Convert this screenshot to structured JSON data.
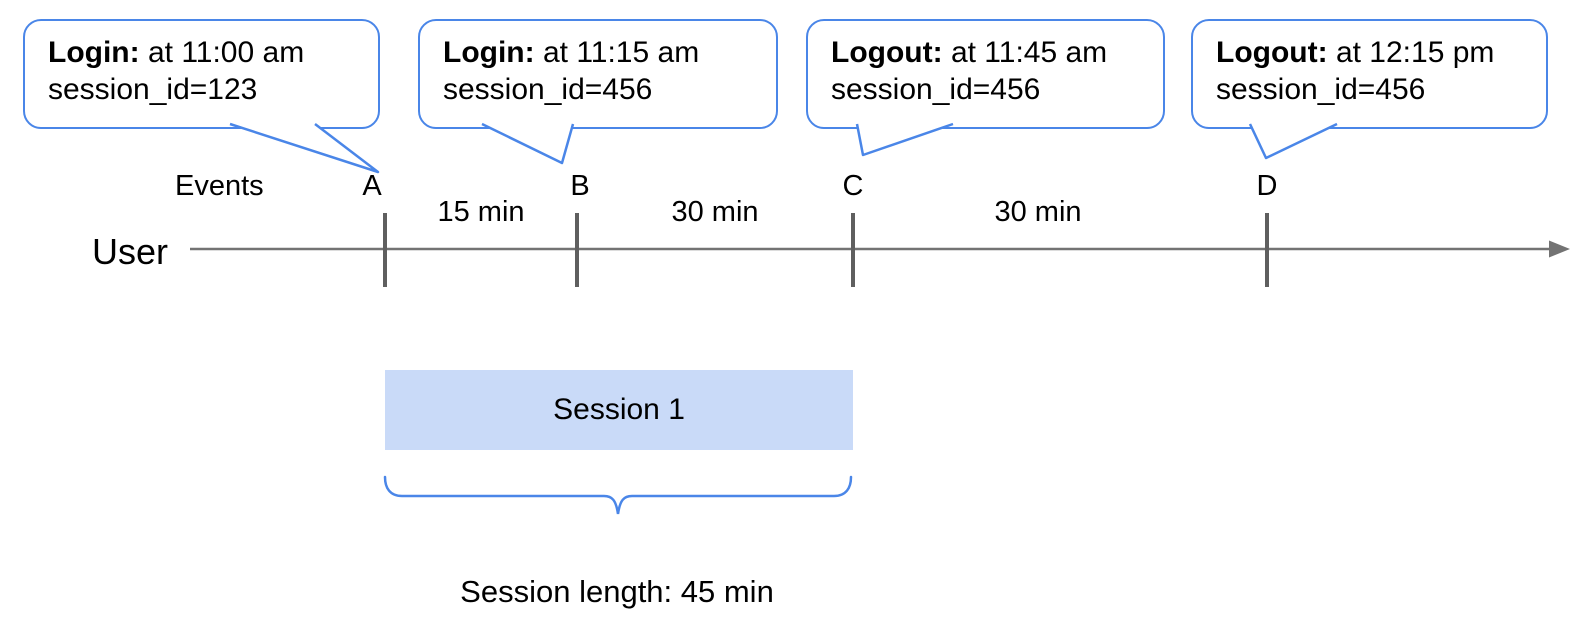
{
  "figure": {
    "callouts": [
      {
        "event": "Login:",
        "time": " at 11:00 am",
        "session": "session_id=123"
      },
      {
        "event": "Login:",
        "time": " at 11:15 am",
        "session": "session_id=456"
      },
      {
        "event": "Logout:",
        "time": " at 11:45 am",
        "session": "session_id=456"
      },
      {
        "event": "Logout:",
        "time": " at 12:15 pm",
        "session": "session_id=456"
      }
    ],
    "timeline": {
      "axis_label": "User",
      "events_label": "Events",
      "event_markers": [
        "A",
        "B",
        "C",
        "D"
      ],
      "intervals": [
        "15 min",
        "30 min",
        "30 min"
      ]
    },
    "session_bar": {
      "label": "Session 1"
    },
    "session_length_label": "Session length: 45 min"
  },
  "colors": {
    "accent_blue": "#4a86e8",
    "session_fill": "#c9daf8",
    "line_gray": "#737373",
    "tick_gray": "#5f5f5f"
  }
}
